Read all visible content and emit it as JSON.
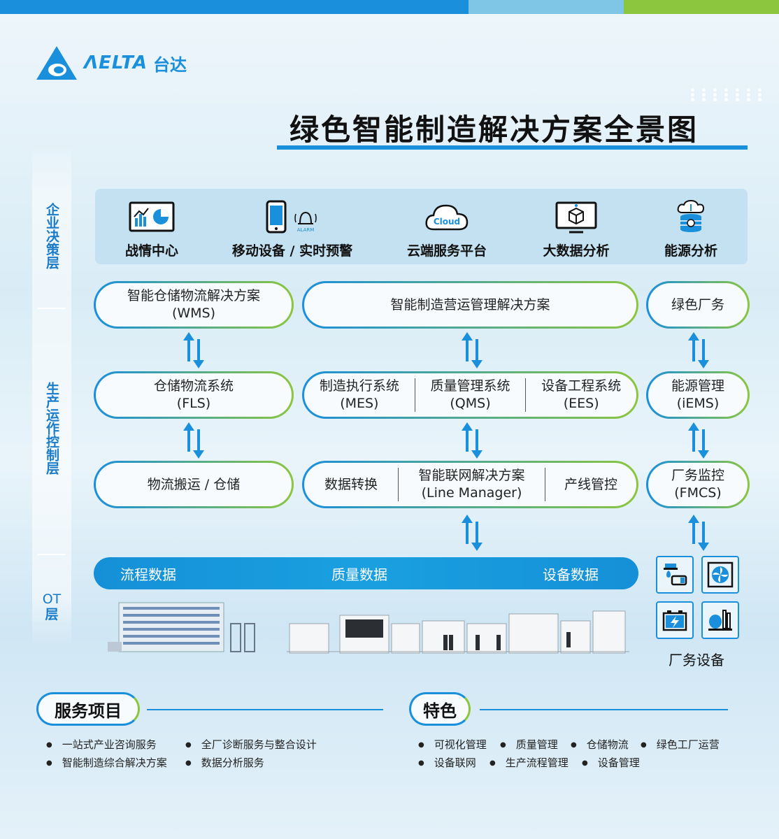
{
  "brand": {
    "logo_text": "ΛELTA",
    "logo_cn": "台达"
  },
  "title": "绿色智能制造解决方案全景图",
  "layers": {
    "enterprise": "企业决策层",
    "production": "生产运作控制层",
    "ot": "OT层",
    "ot_line1": "OT",
    "ot_line2": "层"
  },
  "top_items": [
    {
      "label": "战情中心",
      "icon": "dashboard-icon"
    },
    {
      "label": "移动设备 / 实时预警",
      "icon": "mobile-alarm-icon",
      "alarm_text": "ALARM"
    },
    {
      "label": "云端服务平台",
      "icon": "cloud-icon",
      "cloud_text": "Cloud"
    },
    {
      "label": "大数据分析",
      "icon": "monitor-cube-icon"
    },
    {
      "label": "能源分析",
      "icon": "energy-user-icon"
    }
  ],
  "row1": {
    "wms_l1": "智能仓储物流解决方案",
    "wms_l2": "(WMS)",
    "mom": "智能制造营运管理解决方案",
    "green": "绿色厂务"
  },
  "row2": {
    "fls_l1": "仓储物流系统",
    "fls_l2": "(FLS)",
    "mes_l1": "制造执行系统",
    "mes_l2": "(MES)",
    "qms_l1": "质量管理系统",
    "qms_l2": "(QMS)",
    "ees_l1": "设备工程系统",
    "ees_l2": "(EES)",
    "iems_l1": "能源管理",
    "iems_l2": "(iEMS)"
  },
  "row3": {
    "logistics": "物流搬运 / 仓储",
    "data_conv": "数据转换",
    "lm_l1": "智能联网解决方案",
    "lm_l2": "(Line Manager)",
    "line_ctrl": "产线管控",
    "fmcs_l1": "厂务监控",
    "fmcs_l2": "(FMCS)"
  },
  "data_bar": {
    "flow": "流程数据",
    "quality": "质量数据",
    "equipment": "设备数据"
  },
  "facility_label": "厂务设备",
  "services": {
    "title": "服务项目",
    "items": [
      "一站式产业咨询服务",
      "全厂诊断服务与整合设计",
      "智能制造综合解决方案",
      "数据分析服务"
    ]
  },
  "features": {
    "title": "特色",
    "items": [
      "可视化管理",
      "质量管理",
      "仓储物流",
      "绿色工厂运营",
      "设备联网",
      "生产流程管理",
      "设备管理"
    ]
  },
  "colors": {
    "blue": "#1a8fdc",
    "green": "#8cc63f",
    "light_blue": "#7fc6e6"
  }
}
